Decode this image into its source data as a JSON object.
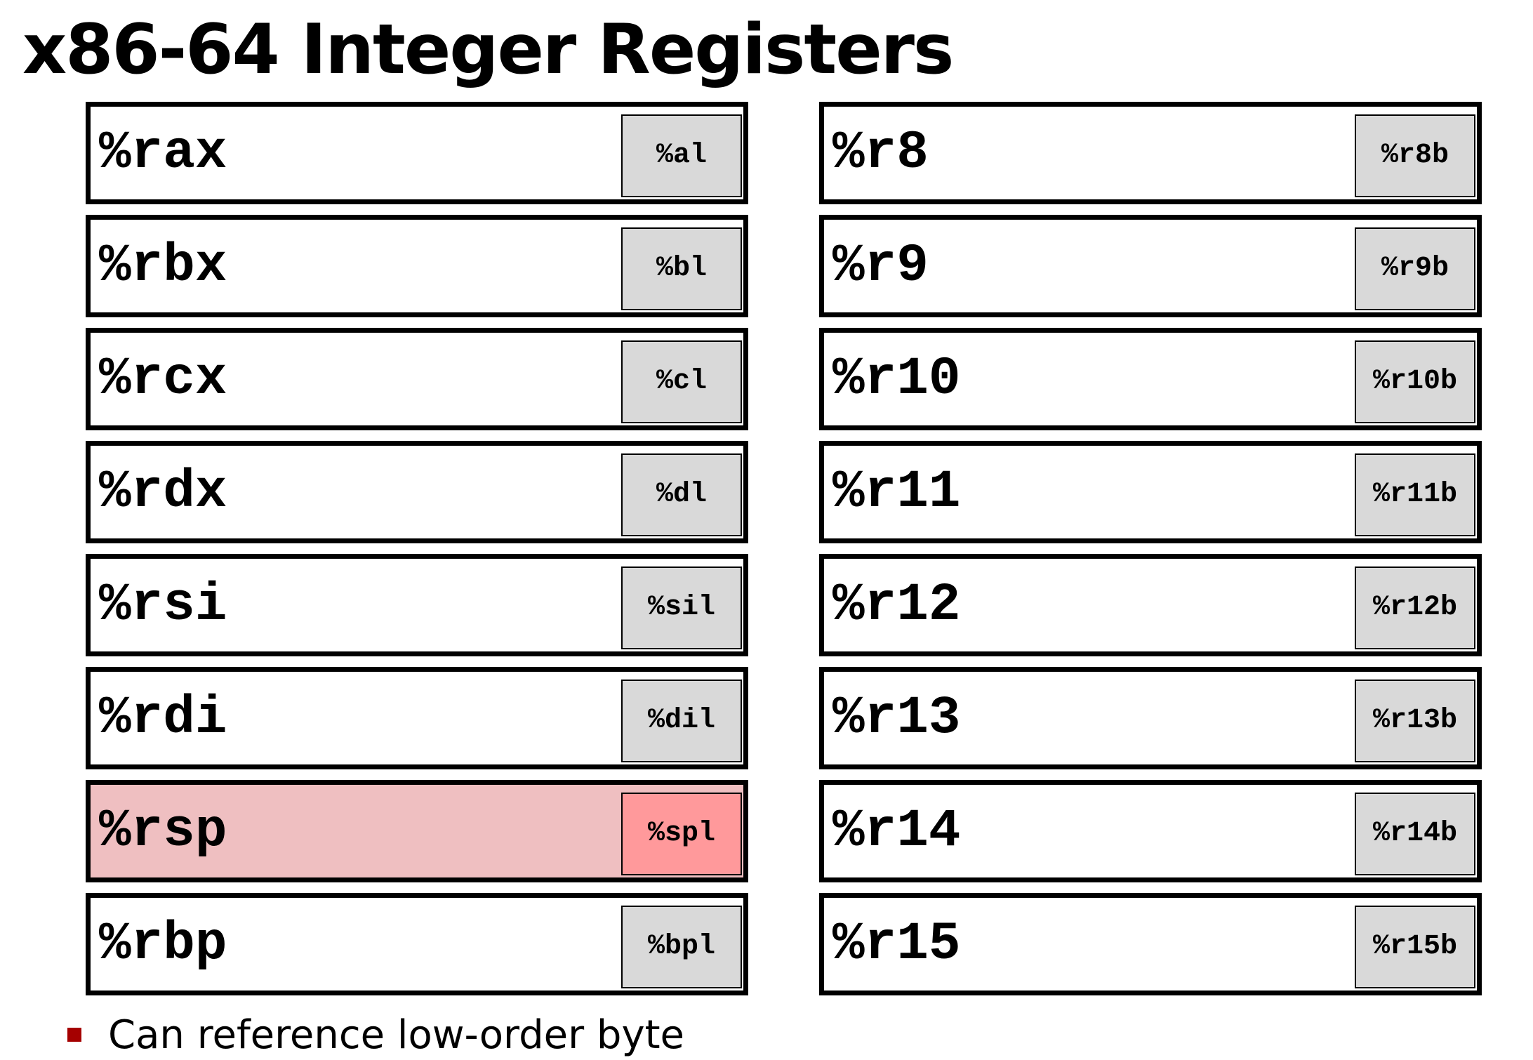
{
  "title": "x86-64 Integer Registers",
  "registers_left": [
    {
      "name": "%rax",
      "low_byte": "%al"
    },
    {
      "name": "%rbx",
      "low_byte": "%bl"
    },
    {
      "name": "%rcx",
      "low_byte": "%cl"
    },
    {
      "name": "%rdx",
      "low_byte": "%dl"
    },
    {
      "name": "%rsi",
      "low_byte": "%sil"
    },
    {
      "name": "%rdi",
      "low_byte": "%dil"
    },
    {
      "name": "%rsp",
      "low_byte": "%spl"
    },
    {
      "name": "%rbp",
      "low_byte": "%bpl"
    }
  ],
  "registers_right": [
    {
      "name": "%r8",
      "low_byte": "%r8b"
    },
    {
      "name": "%r9",
      "low_byte": "%r9b"
    },
    {
      "name": "%r10",
      "low_byte": "%r10b"
    },
    {
      "name": "%r11",
      "low_byte": "%r11b"
    },
    {
      "name": "%r12",
      "low_byte": "%r12b"
    },
    {
      "name": "%r13",
      "low_byte": "%r13b"
    },
    {
      "name": "%r14",
      "low_byte": "%r14b"
    },
    {
      "name": "%r15",
      "low_byte": "%r15b"
    }
  ],
  "note": "Can reference low-order byte",
  "colors": {
    "highlight_register": "#efbfc1",
    "highlight_byte": "#ff999b",
    "byte_box": "#d9d9d9",
    "bullet": "#a50000"
  }
}
